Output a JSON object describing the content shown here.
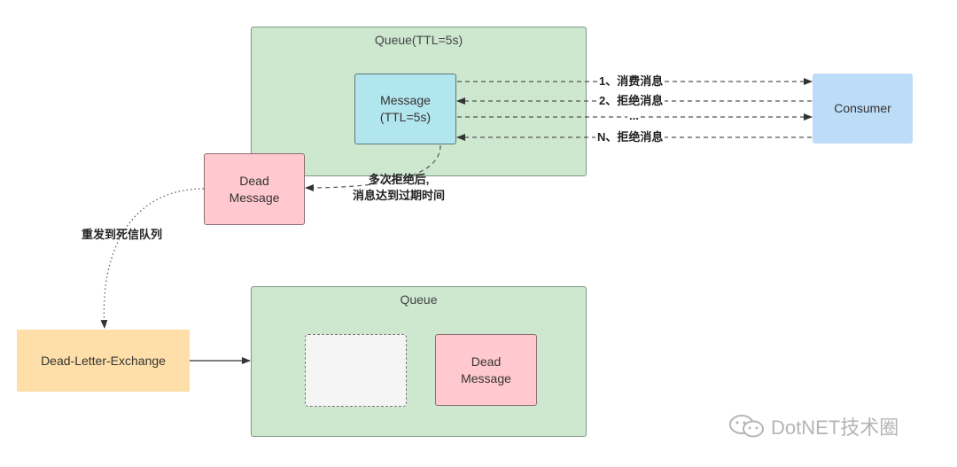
{
  "queue_top": {
    "title": "Queue(TTL=5s)"
  },
  "queue_bottom": {
    "title": "Queue"
  },
  "message": {
    "line1": "Message",
    "line2": "(TTL=5s)"
  },
  "consumer": {
    "label": "Consumer"
  },
  "dead_message_top": {
    "line1": "Dead",
    "line2": "Message"
  },
  "dead_message_bottom": {
    "line1": "Dead",
    "line2": "Message"
  },
  "dlx": {
    "label": "Dead-Letter-Exchange"
  },
  "arrows": {
    "consume_1": "1、消费消息",
    "reject_2": "2、拒绝消息",
    "ellipsis": "...",
    "reject_n": "N、拒绝消息",
    "expire_line1": "多次拒绝后,",
    "expire_line2": "消息达到过期时间",
    "republish": "重发到死信队列"
  },
  "watermark": {
    "text": "DotNET技术圈",
    "icon": "wechat-icon"
  },
  "colors": {
    "queue_fill": "#cde8cf",
    "message_fill": "#b2e6ee",
    "dead_fill": "#ffc9cf",
    "consumer_fill": "#bcdcf7",
    "dlx_fill": "#fedfa9"
  }
}
